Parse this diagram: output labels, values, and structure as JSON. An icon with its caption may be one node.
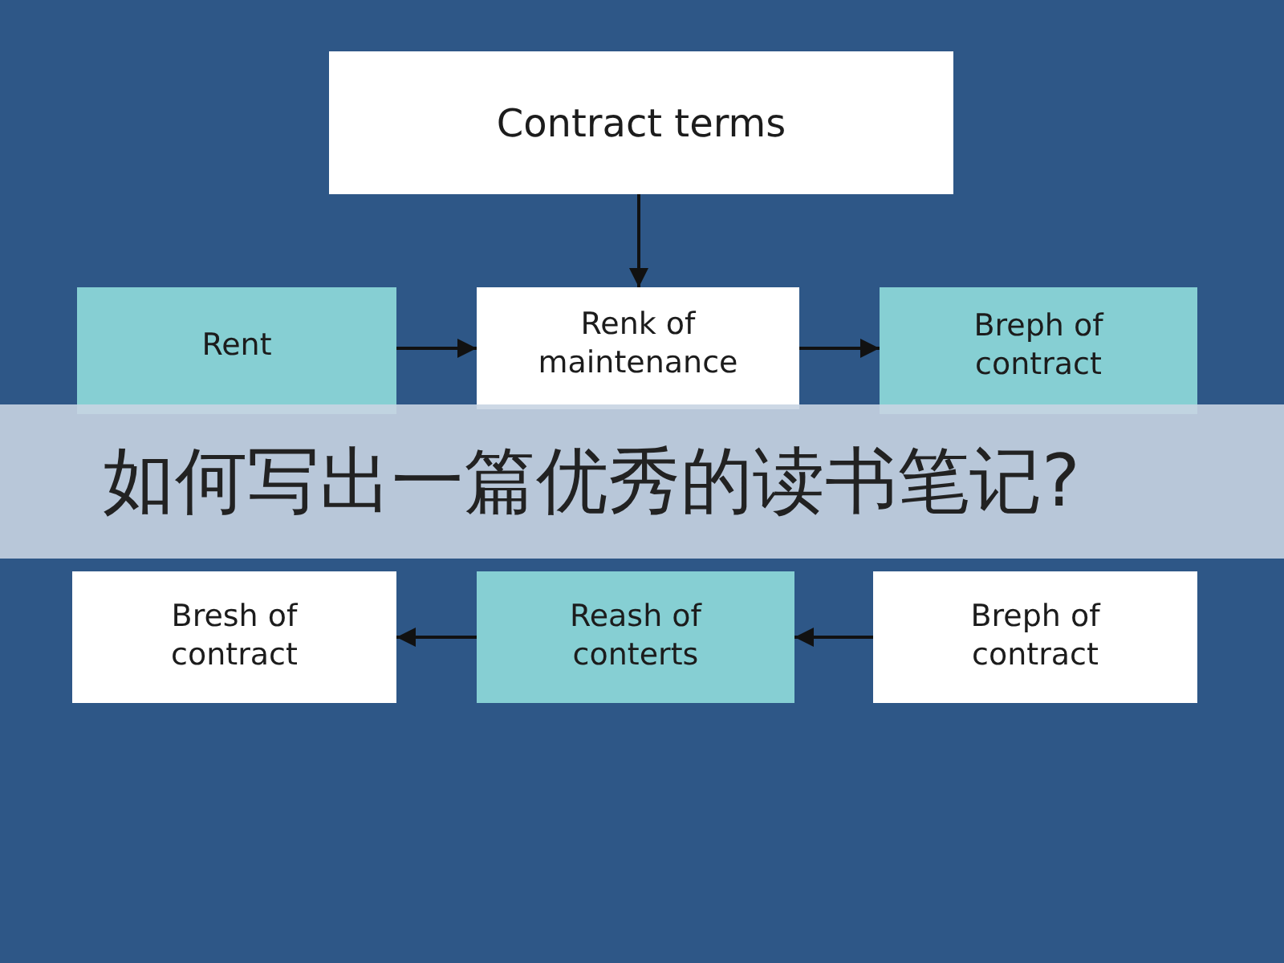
{
  "diagram": {
    "title": "如何写出一篇优秀的读书笔记?",
    "nodes": [
      {
        "text": [
          "Contract terms"
        ]
      },
      {
        "text": [
          "Rent"
        ]
      },
      {
        "text": [
          "Renk of maintenance"
        ]
      },
      {
        "text": [
          "Breph of contract"
        ]
      },
      {
        "text": [
          "Bresh of contract"
        ]
      },
      {
        "text": [
          "Reash of conterts"
        ]
      },
      {
        "text": [
          "Breph of contract"
        ]
      }
    ],
    "edges": [
      {
        "from": 0,
        "to": 2,
        "arrow": "to"
      },
      {
        "from": 1,
        "to": 2,
        "arrow": "to"
      },
      {
        "from": 2,
        "to": 3,
        "arrow": "to"
      },
      {
        "from": 6,
        "to": 5,
        "arrow": "to"
      },
      {
        "from": 5,
        "to": 4,
        "arrow": "to"
      }
    ]
  }
}
